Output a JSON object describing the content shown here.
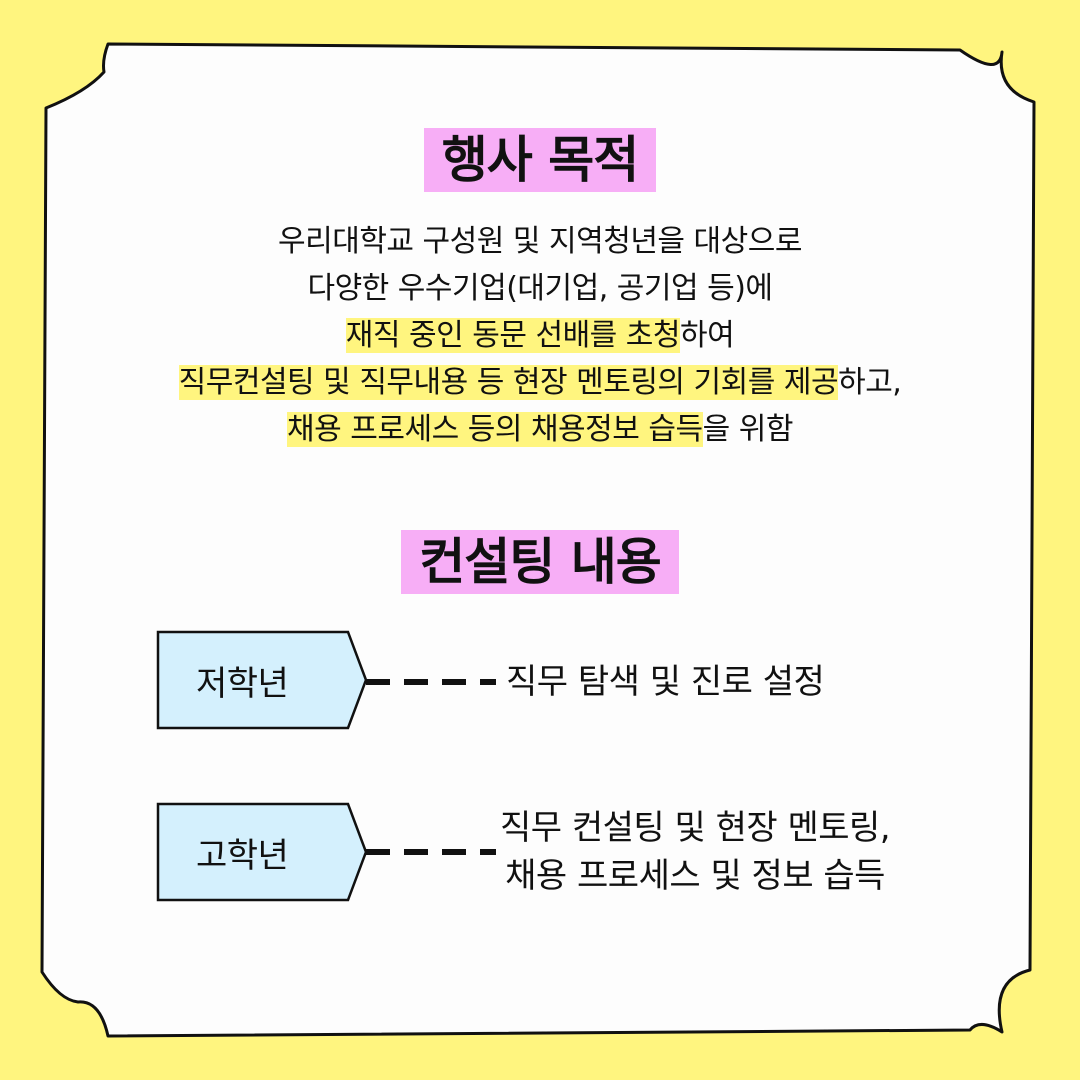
{
  "colors": {
    "background": "#fff57f",
    "card": "#fdfdfd",
    "heading_highlight": "#f7aef6",
    "text_highlight": "#fff57f",
    "tag_fill": "#d4f0fd"
  },
  "purpose": {
    "title": "행사 목적",
    "line1": "우리대학교 구성원 및 지역청년을 대상으로",
    "line2": "다양한 우수기업(대기업, 공기업 등)에",
    "line3_hl": "재직 중인 동문 선배를 초청",
    "line3_rest": "하여",
    "line4_hl": "직무컨설팅 및 직무내용 등 현장 멘토링의 기회를 제공",
    "line4_rest": "하고,",
    "line5_hl": "채용 프로세스 등의 채용정보 습득",
    "line5_rest": "을 위함"
  },
  "consulting": {
    "title": "컨설팅 내용",
    "items": [
      {
        "label": "저학년",
        "desc_line1": "직무 탐색 및 진로 설정",
        "desc_line2": ""
      },
      {
        "label": "고학년",
        "desc_line1": "직무 컨설팅 및 현장 멘토링,",
        "desc_line2": "채용 프로세스 및 정보 습득"
      }
    ]
  }
}
